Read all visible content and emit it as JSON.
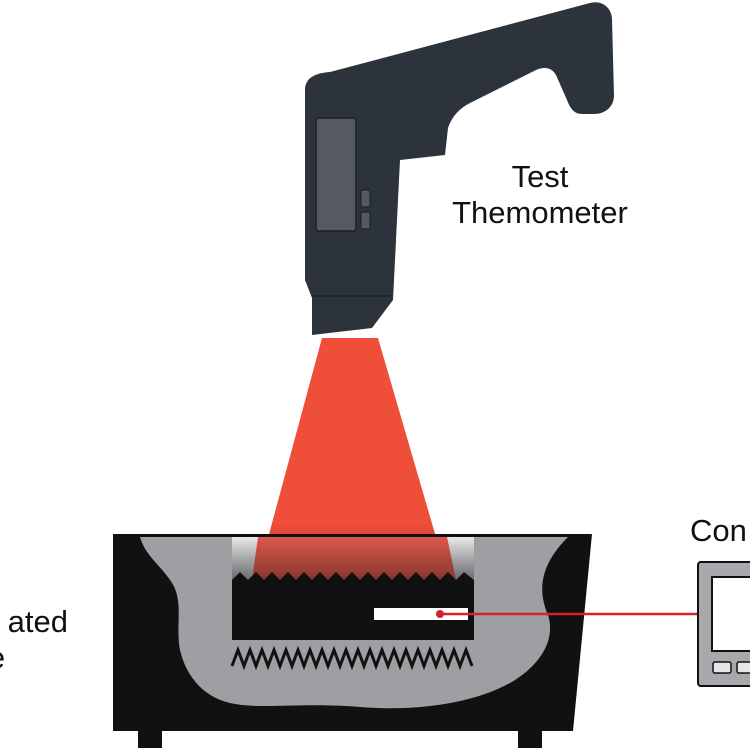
{
  "labels": {
    "test_thermometer_line1": "Test",
    "test_thermometer_line2": "Themometer",
    "source_line1": "ated",
    "source_line2": "rce",
    "controller_partial": "Con"
  },
  "colors": {
    "thermometer_body": "#2c333b",
    "thermometer_display": "#555a60",
    "ir_beam": "#ef4e38",
    "source_outer": "#111111",
    "source_inner_gray": "#9d9fa2",
    "sensor_line": "#d3212d",
    "controller_frame": "#a6a8ab",
    "background": "#ffffff"
  },
  "icons": [
    "ir-thermometer-icon",
    "infrared-beam",
    "calibration-source-icon",
    "controller-icon"
  ]
}
